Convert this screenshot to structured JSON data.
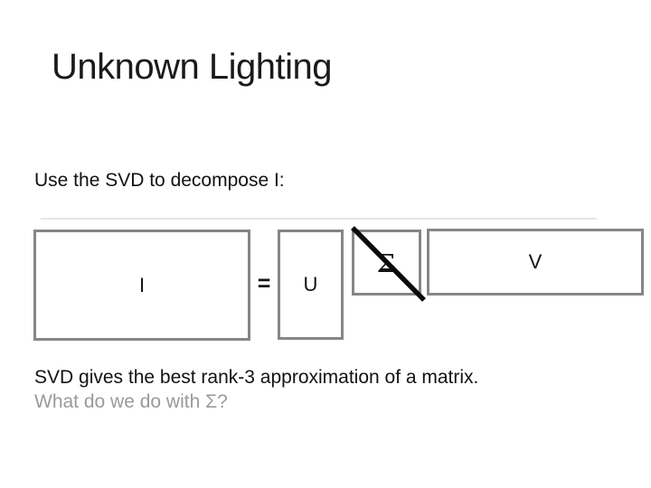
{
  "slide": {
    "title": "Unknown Lighting",
    "intro": "Use the SVD to decompose I:",
    "diagram": {
      "i_label": "I",
      "equals_sign": "=",
      "u_label": "U",
      "sigma_label": "Σ",
      "v_label": "V"
    },
    "conclusion": "SVD gives the best rank-3 approximation of a matrix.",
    "question": "What do we do with Σ?",
    "colors": {
      "background": "#ffffff",
      "title_text": "#1a1a1a",
      "body_text": "#121212",
      "faded_text": "#9a9a9a",
      "box_border": "#868686",
      "diagonal_line": "#0a0a0a",
      "placeholder_line": "#e5e5e5"
    }
  }
}
